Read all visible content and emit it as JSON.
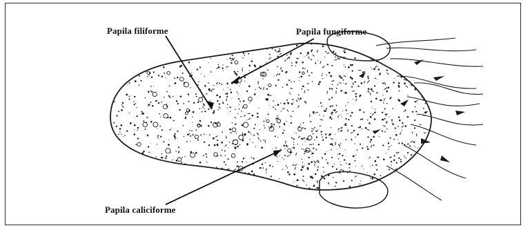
{
  "labels": {
    "filiforme": "Papila filiforme",
    "fungiforme": "Papila fungiforme",
    "caliciforme": "Papila caliciforme"
  },
  "colors": {
    "ink": "#1a1a1a",
    "paper": "#ffffff"
  }
}
